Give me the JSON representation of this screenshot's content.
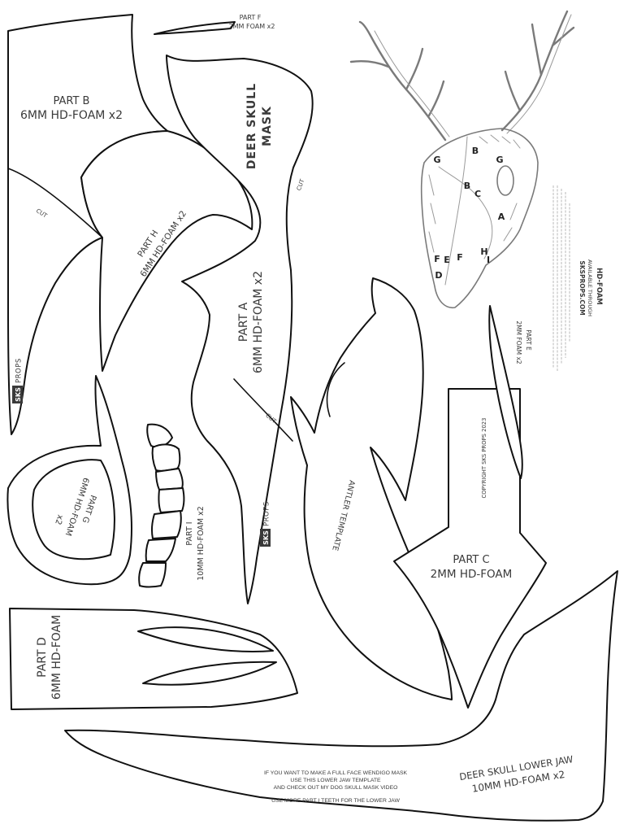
{
  "part_f": {
    "title": "PART F",
    "material": "2MM FOAM x2"
  },
  "part_b": {
    "title": "PART B",
    "material": "6MM HD-FOAM x2"
  },
  "mask_title": {
    "line1": "DEER SKULL",
    "line2": "MASK"
  },
  "part_h": {
    "title": "PART H",
    "material": "6MM HD-FOAM x2"
  },
  "part_a": {
    "title": "PART A",
    "material": "6MM HD-FOAM x2"
  },
  "part_g": {
    "title": "PART G",
    "material": "6MM HD-FOAM",
    "qty": "x2"
  },
  "part_i": {
    "title": "PART I",
    "material": "10MM HD-FOAM x2"
  },
  "antler": {
    "title": "ANTLER TEMPLATE"
  },
  "part_c": {
    "title": "PART C",
    "material": "2MM HD-FOAM"
  },
  "part_e": {
    "title": "PART E",
    "material": "2MM FOAM x2"
  },
  "part_d": {
    "title": "PART D",
    "material": "6MM HD-FOAM"
  },
  "lower_jaw": {
    "title": "DEER SKULL LOWER JAW",
    "material": "10MM HD-FOAM x2",
    "notes": [
      "IF YOU WANT TO MAKE A FULL FACE WENDIGO MASK",
      "USE THIS LOWER JAW TEMPLATE",
      "AND CHECK OUT MY DOG SKULL MASK VIDEO",
      "USE MORE PART I TEETH FOR THE LOWER JAW"
    ]
  },
  "cut_label": "CUT",
  "logo": {
    "brand": "SKS",
    "suffix": "PROPS"
  },
  "copyright": "COPYRIGHT SKS PROPS 2023",
  "availability": {
    "product": "HD-FOAM",
    "line": "AVAILABLE THROUGH",
    "site": "SKSPROPS.COM"
  },
  "skull_labels": [
    "G",
    "B",
    "G",
    "B",
    "C",
    "A",
    "F",
    "E",
    "F",
    "H",
    "I",
    "D"
  ]
}
